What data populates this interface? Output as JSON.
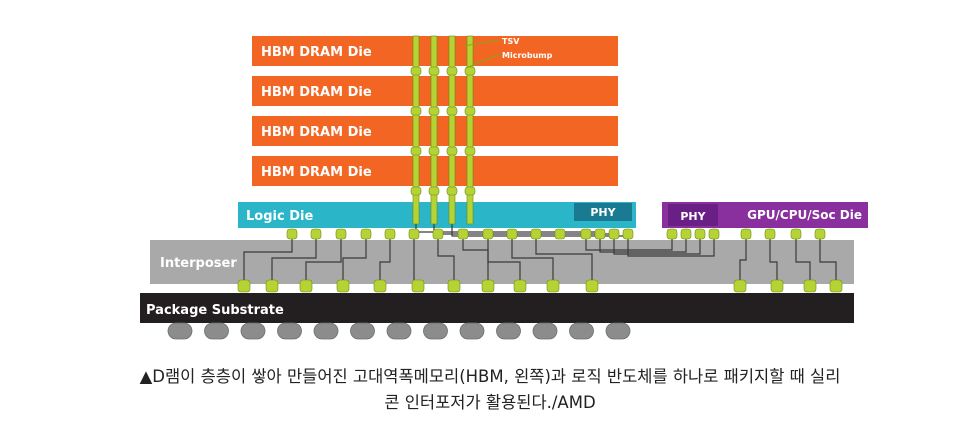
{
  "diagram": {
    "dram_dies": [
      "HBM DRAM Die",
      "HBM DRAM Die",
      "HBM DRAM Die",
      "HBM DRAM Die"
    ],
    "logic_die": "Logic Die",
    "logic_phy": "PHY",
    "gpu_phy": "PHY",
    "gpu_die": "GPU/CPU/Soc Die",
    "interposer": "Interposer",
    "substrate": "Package Substrate",
    "callout_tsv": "TSV",
    "callout_microbump": "Microbump",
    "colors": {
      "dram": "#f26522",
      "logic": "#2bb5c9",
      "phy": "#1a7a92",
      "gpu": "#8a2f9e",
      "gpu_phy": "#6a1f86",
      "interposer": "#a9a9a9",
      "substrate": "#231f20",
      "bump": "#b5d334",
      "ball": "#8c8c8c"
    }
  },
  "caption": {
    "line1": "▲D램이 층층이 쌓아 만들어진 고대역폭메모리(HBM, 왼쪽)과 로직 반도체를 하나로 패키지할 때 실리",
    "line2": "콘 인터포저가 활용된다./AMD"
  }
}
